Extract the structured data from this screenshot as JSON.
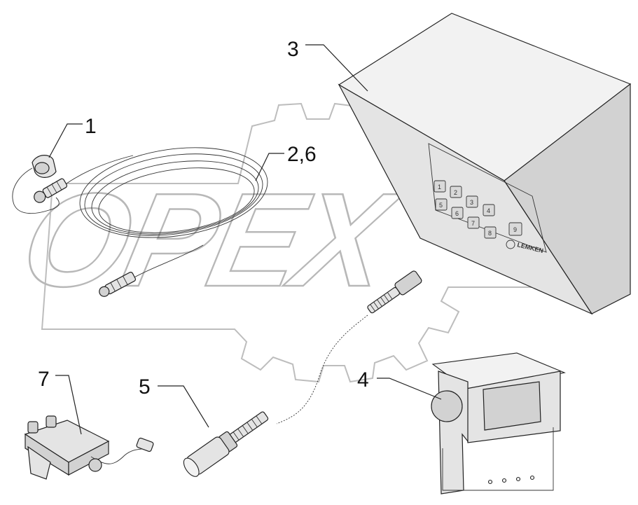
{
  "watermark": {
    "text": "OPEX"
  },
  "callouts": {
    "c1": "1",
    "c26": "2,6",
    "c3": "3",
    "c4": "4",
    "c5": "5",
    "c7": "7"
  },
  "terminal": {
    "keys": [
      "1",
      "2",
      "3",
      "4",
      "5",
      "6",
      "7",
      "8",
      "9"
    ],
    "brand": "LEMKEN"
  }
}
